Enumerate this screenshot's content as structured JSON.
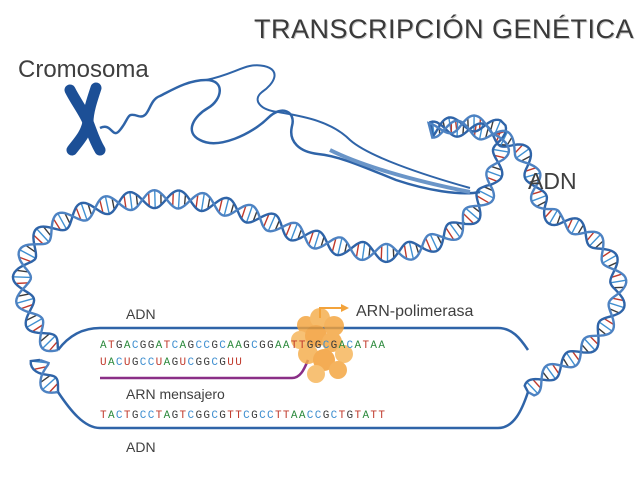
{
  "title": "TRANSCRIPCIÓN GENÉTICA",
  "labels": {
    "chromosome": "Cromosoma",
    "dna_top_right": "ADN",
    "dna_template_top": "ADN",
    "polymerase": "ARN-polimerasa",
    "mrna": "ARN mensajero",
    "dna_bottom": "ADN"
  },
  "sequences": {
    "coding_strand": "ATGACGGATCAGCCGCAAGCGGAATTGGCGACATAA",
    "mrna_strand": "UACUGCCUAGUCGGCGUU",
    "template_strand": "TACTGCCTAGTCGGCGTTCGCCTTAACCGCTGTATT"
  },
  "colors": {
    "dna_strand": "#2f64a8",
    "chromosome": "#1c4f96",
    "mrna_line": "#8a2f87",
    "polymerase": "#f3a33b",
    "base_A": "#2e8b3e",
    "base_T": "#c0392b",
    "base_G": "#3b3b3b",
    "base_C": "#3f8fd0",
    "base_U": "#c0392b"
  },
  "icons": {
    "chromosome": "chromosome-icon",
    "polymerase": "rna-polymerase-icon",
    "direction": "arrow-right-icon"
  }
}
